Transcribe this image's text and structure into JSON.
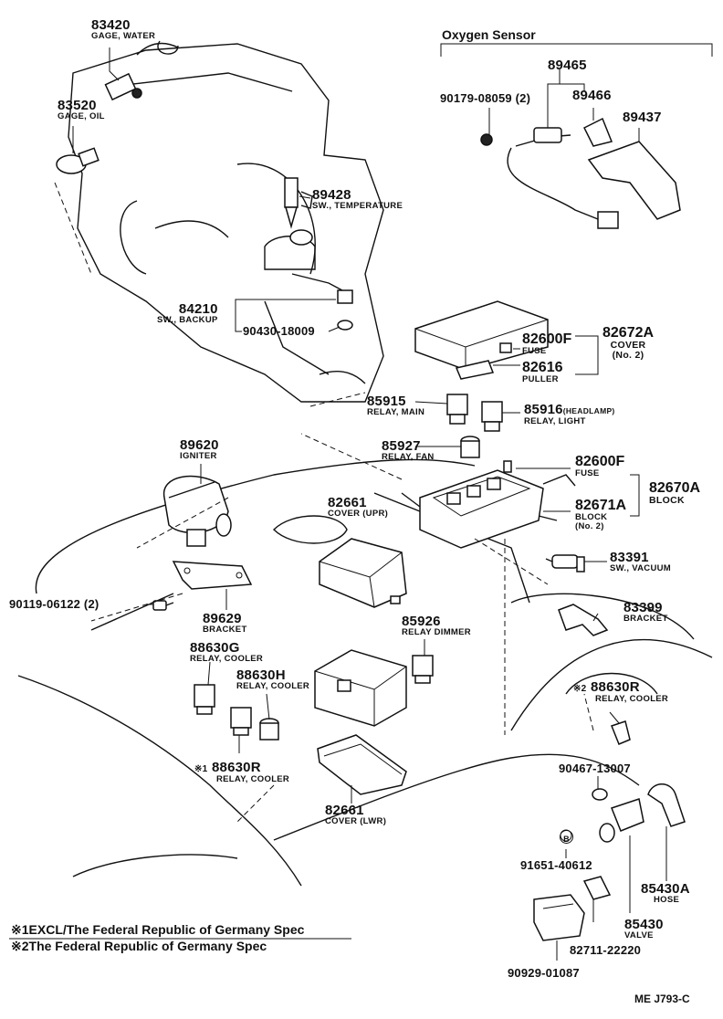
{
  "parts": [
    {
      "number": "83420",
      "desc": "GAGE, WATER"
    },
    {
      "number": "83520",
      "desc": "GAGE, OIL"
    },
    {
      "number": "89428",
      "desc": "SW., TEMPERATURE"
    },
    {
      "number": "84210",
      "desc": "SW., BACKUP"
    },
    {
      "number": "90430-18009",
      "desc": ""
    },
    {
      "number": "89465",
      "desc": ""
    },
    {
      "number": "90179-08059 (2)",
      "desc": ""
    },
    {
      "number": "89466",
      "desc": ""
    },
    {
      "number": "89437",
      "desc": ""
    },
    {
      "number": "82600F",
      "desc": "FUSE"
    },
    {
      "number": "82616",
      "desc": "PULLER"
    },
    {
      "number": "82672A",
      "desc": "COVER",
      "desc2": "(No. 2)"
    },
    {
      "number": "85915",
      "desc": "RELAY, MAIN"
    },
    {
      "number": "85916",
      "suffix": "(HEADLAMP)",
      "desc": "RELAY, LIGHT"
    },
    {
      "number": "85927",
      "desc": "RELAY, FAN"
    },
    {
      "number": "89620",
      "desc": "IGNITER"
    },
    {
      "number": "82600F",
      "desc": "FUSE"
    },
    {
      "number": "82670A",
      "desc": "BLOCK"
    },
    {
      "number": "82671A",
      "desc": "BLOCK",
      "desc2": "(No. 2)"
    },
    {
      "number": "82661",
      "desc": "COVER (UPR)"
    },
    {
      "number": "83391",
      "desc": "SW., VACUUM"
    },
    {
      "number": "83399",
      "desc": "BRACKET"
    },
    {
      "number": "90119-06122 (2)",
      "desc": ""
    },
    {
      "number": "89629",
      "desc": "BRACKET"
    },
    {
      "number": "85926",
      "desc": "RELAY DIMMER"
    },
    {
      "number": "88630G",
      "desc": "RELAY, COOLER"
    },
    {
      "number": "88630H",
      "desc": "RELAY, COOLER"
    },
    {
      "number": "88630R",
      "desc": "RELAY, COOLER",
      "mark": "※2"
    },
    {
      "number": "88630R",
      "desc": "RELAY, COOLER",
      "mark": "※1"
    },
    {
      "number": "82661",
      "desc": "COVER (LWR)"
    },
    {
      "number": "90467-13007",
      "desc": ""
    },
    {
      "number": "91651-40612",
      "desc": "",
      "mark": "B"
    },
    {
      "number": "85430A",
      "desc": "HOSE"
    },
    {
      "number": "85430",
      "desc": "VALVE"
    },
    {
      "number": "82711-22220",
      "desc": ""
    },
    {
      "number": "90929-01087",
      "desc": ""
    }
  ],
  "oxygen_sensor_title": "Oxygen Sensor",
  "notes": [
    {
      "mark": "※1",
      "text": "EXCL/The Federal Republic of Germany Spec"
    },
    {
      "mark": "※2",
      "text": "The Federal Republic of Germany Spec"
    }
  ],
  "figure_code": "ME J793-C"
}
